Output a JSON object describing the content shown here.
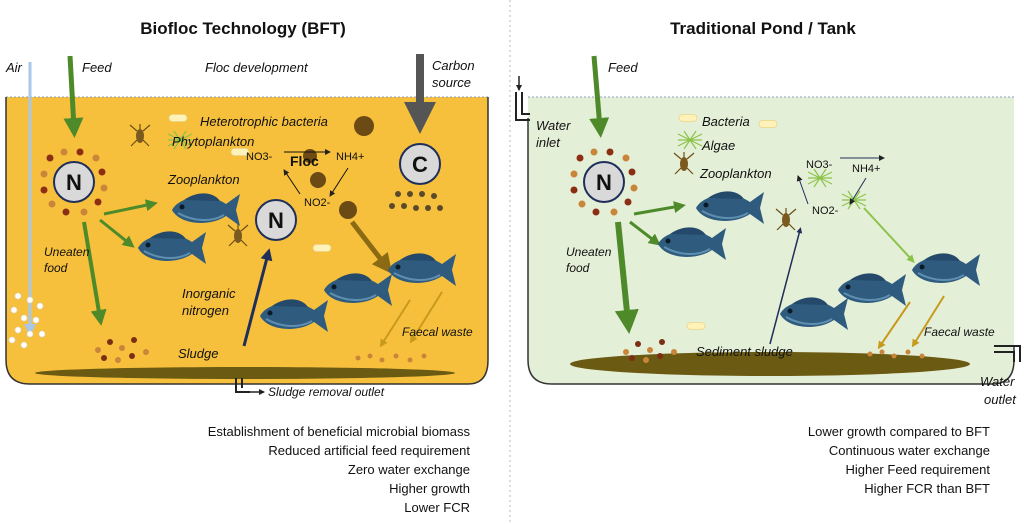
{
  "bft": {
    "title": "Biofloc Technology (BFT)",
    "air": "Air",
    "feed": "Feed",
    "floc_development": "Floc development",
    "carbon_source_1": "Carbon",
    "carbon_source_2": "source",
    "heterotrophic_bacteria": "Heterotrophic bacteria",
    "phytoplankton": "Phytoplankton",
    "no3": "NO3-",
    "floc": "Floc",
    "nh4": "NH4+",
    "no2": "NO2-",
    "zooplankton": "Zooplankton",
    "uneaten_1": "Uneaten",
    "uneaten_2": "food",
    "inorganic_1": "Inorganic",
    "inorganic_2": "nitrogen",
    "sludge": "Sludge",
    "faecal_waste": "Faecal waste",
    "sludge_outlet": "Sludge removal outlet",
    "n_symbol": "N",
    "c_symbol": "C",
    "benefits": [
      "Establishment of beneficial microbial biomass",
      "Reduced artificial feed requirement",
      "Zero water exchange",
      "Higher growth",
      "Lower FCR"
    ],
    "colors": {
      "water": "#F6C03C",
      "arrow_green": "#4E8A2A",
      "arrow_brown": "#8B6A14",
      "arrow_navy": "#1F2F5A"
    }
  },
  "trad": {
    "title": "Traditional Pond / Tank",
    "feed": "Feed",
    "water_inlet_1": "Water",
    "water_inlet_2": "inlet",
    "bacteria": "Bacteria",
    "algae": "Algae",
    "zooplankton": "Zooplankton",
    "no3": "NO3-",
    "nh4": "NH4+",
    "no2": "NO2-",
    "uneaten_1": "Uneaten",
    "uneaten_2": "food",
    "sediment": "Sediment sludge",
    "faecal_waste": "Faecal waste",
    "water_outlet_1": "Water",
    "water_outlet_2": "outlet",
    "n_symbol": "N",
    "drawbacks": [
      "Lower growth compared to BFT",
      "Continuous water exchange",
      "Higher Feed requirement",
      "Higher FCR than BFT"
    ],
    "colors": {
      "water": "#E4EFD8"
    }
  }
}
